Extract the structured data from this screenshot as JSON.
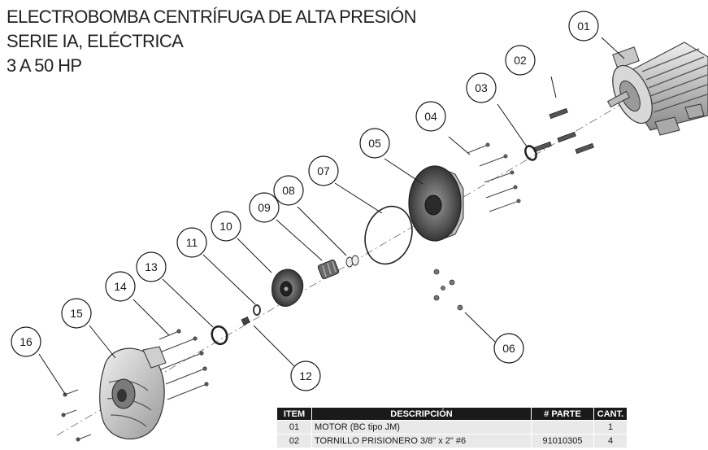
{
  "title": {
    "line1": "ELECTROBOMBA CENTRÍFUGA DE ALTA PRESIÓN",
    "line2": "SERIE IA, ELÉCTRICA",
    "line3": "3 A 50 HP"
  },
  "callouts": [
    "01",
    "02",
    "03",
    "04",
    "05",
    "06",
    "07",
    "08",
    "09",
    "10",
    "11",
    "12",
    "13",
    "14",
    "15",
    "16"
  ],
  "table": {
    "headers": {
      "item": "ITEM",
      "description": "DESCRIPCIÓN",
      "part": "# PARTE",
      "qty": "CANT."
    },
    "rows": [
      {
        "item": "01",
        "description": "MOTOR (BC tipo JM)",
        "part": "",
        "qty": "1"
      },
      {
        "item": "02",
        "description": "TORNILLO PRISIONERO 3/8\" x 2\" #6",
        "part": "91010305",
        "qty": "4"
      }
    ]
  },
  "colors": {
    "line": "#1a1a1a",
    "part_dark": "#4a4a4a",
    "part_light": "#cfcfcf",
    "table_header": "#1a1a1a",
    "table_row": "#e9e9e9"
  }
}
